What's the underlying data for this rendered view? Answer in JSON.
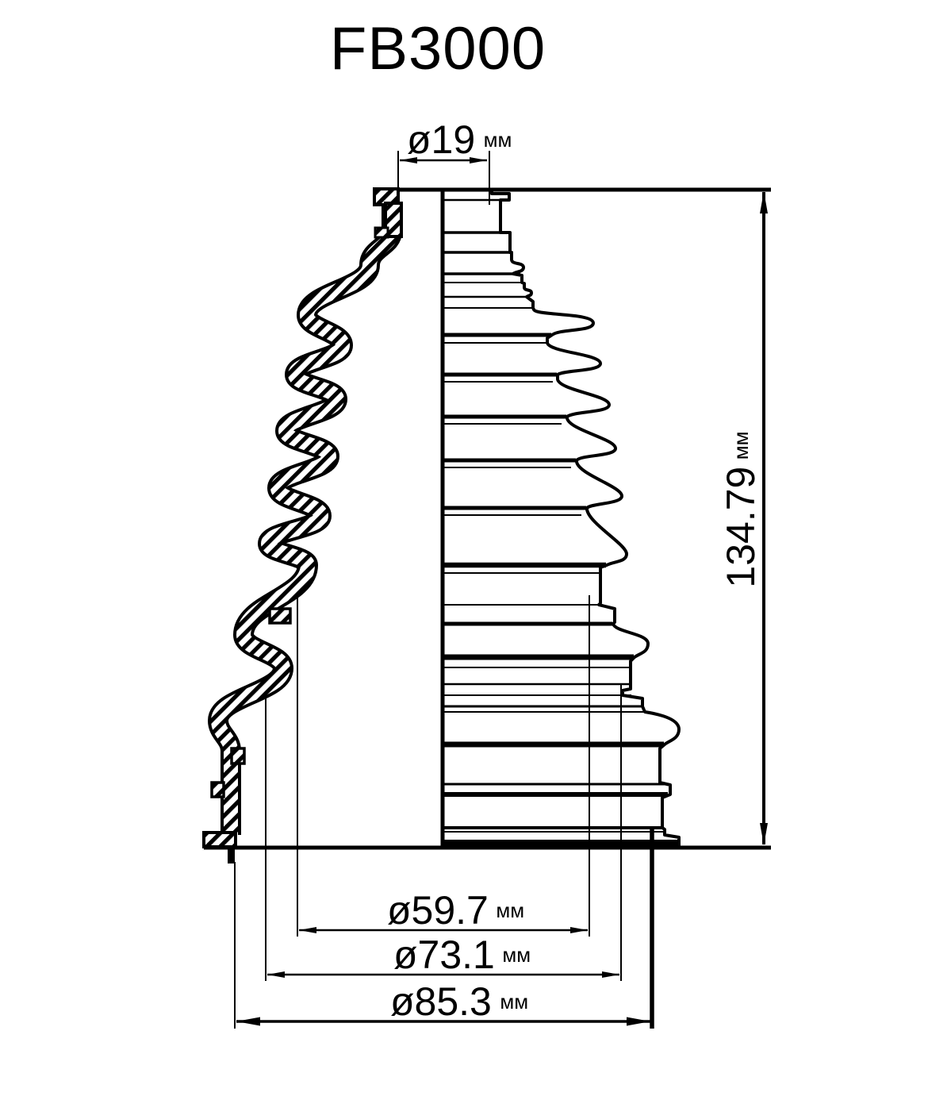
{
  "title": "FB3000",
  "dims": {
    "d19": {
      "label": "ø19",
      "unit": "мм"
    },
    "h134": {
      "label": "134.79",
      "unit": "мм"
    },
    "d59": {
      "label": "ø59.7",
      "unit": "мм"
    },
    "d73": {
      "label": "ø73.1",
      "unit": "мм"
    },
    "d85": {
      "label": "ø85.3",
      "unit": "мм"
    }
  },
  "colors": {
    "ink": "#000000",
    "paper": "#ffffff"
  }
}
